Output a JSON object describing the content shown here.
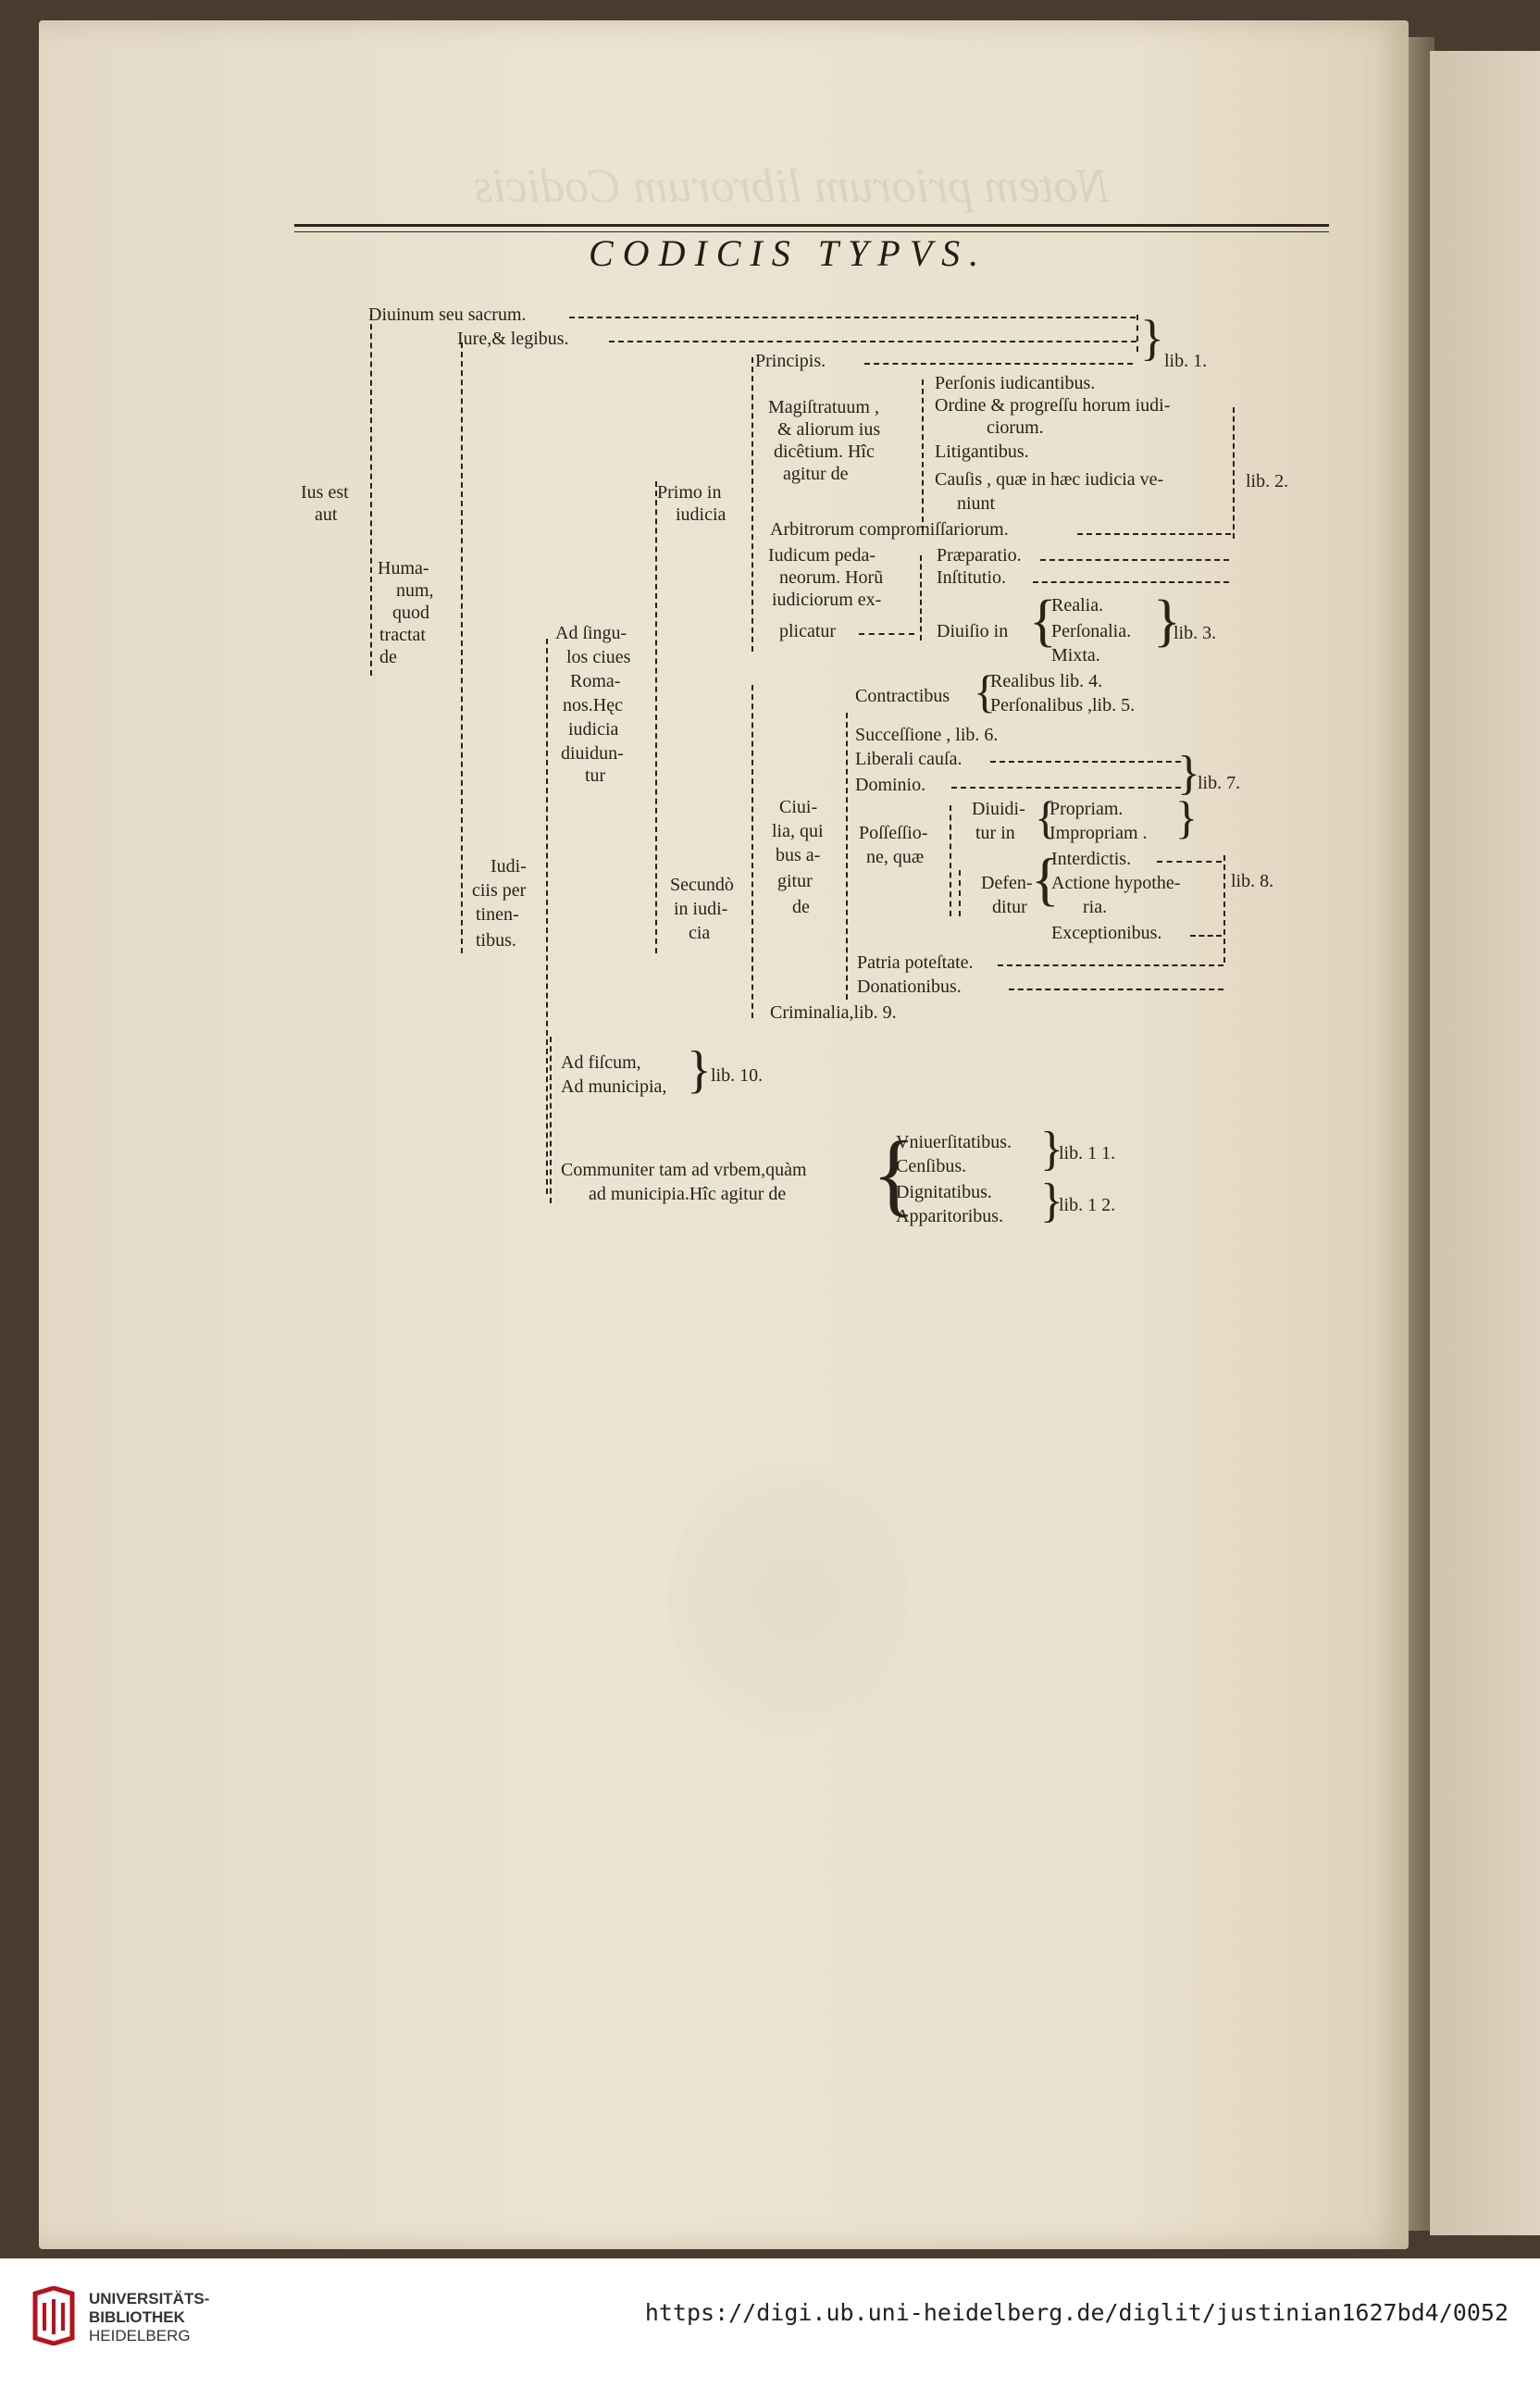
{
  "title": "CODICIS TYPVS.",
  "left_label": [
    "Ius est",
    "aut"
  ],
  "divinum": "Diuinum seu sacrum.",
  "iure": "Iure,& legibus.",
  "humanum": [
    "Huma-",
    "num,",
    "quod",
    "tractat",
    "de"
  ],
  "iudiciis": [
    "Iudi-",
    "ciis per",
    "tinen-",
    "tibus."
  ],
  "primo": [
    "Primo in",
    "iudicia"
  ],
  "principis": "Principis.",
  "lib1": "lib. 1.",
  "magistratuum": [
    "Magiſtratuum ,",
    "& aliorum ius",
    "dicêtium. Hîc",
    "agitur de"
  ],
  "magistratuum_items": [
    "Perſonis iudicantibus.",
    "Ordine & progreſſu horum iudi-",
    "ciorum.",
    "Litigantibus.",
    "Cauſis , quæ in hæc iudicia ve-",
    "niunt"
  ],
  "lib2": "lib. 2.",
  "arbitrorum": "Arbitrorum compromiſſariorum.",
  "iudicum": [
    "Iudicum peda-",
    "neorum. Horũ",
    "iudiciorum ex-",
    "plicatur"
  ],
  "iudicum_items": [
    "Præparatio.",
    "Inſtitutio.",
    "Diuiſio in"
  ],
  "diuisio_items": [
    "Realia.",
    "Perſonalia.",
    "Mixta."
  ],
  "lib3": "lib. 3.",
  "ad_singulos": [
    "Ad ſingu-",
    "los ciues",
    "Roma-",
    "nos.Hęc",
    "iudicia",
    "diuidun-",
    "tur"
  ],
  "secundo": [
    "Secundò",
    "in iudi-",
    "cia"
  ],
  "contractibus": "Contractibus",
  "contractibus_items": [
    "Realibus lib. 4.",
    "Perſonalibus ,lib. 5."
  ],
  "civilia": [
    "Ciui-",
    "lia, qui",
    "bus a-",
    "gitur",
    "de"
  ],
  "successione": "Succeſſione , lib. 6.",
  "liberali": "Liberali cauſa.",
  "dominio": "Dominio.",
  "lib7": "lib. 7.",
  "possessione": [
    "Poſſeſſio-",
    "ne, quæ"
  ],
  "diuiditur": [
    "Diuidi-",
    "tur in"
  ],
  "diuiditur_items": [
    "Propriam.",
    "Impropriam ."
  ],
  "defenditur": [
    "Defen-",
    "ditur"
  ],
  "defenditur_items": [
    "Interdictis.",
    "Actione hypothe-",
    "ria.",
    "Exceptionibus."
  ],
  "lib8": "lib. 8.",
  "patria": "Patria poteſtate.",
  "donationibus": "Donationibus.",
  "criminalia": "Criminalia,lib. 9.",
  "ad_fiscum": [
    "Ad fiſcum,",
    "Ad municipia,"
  ],
  "lib10": "lib. 10.",
  "communiter": [
    "Communiter tam ad vrbem,quàm",
    "ad municipia.Hîc agitur de"
  ],
  "communiter_items": [
    "Vniuerſitatibus.",
    "Cenſibus.",
    "Dignitatibus.",
    "Apparitoribus."
  ],
  "lib11": "lib. 1 1.",
  "lib12": "lib. 1 2.",
  "footer_logo": [
    "UNIVERSITÄTS-",
    "BIBLIOTHEK",
    "HEIDELBERG"
  ],
  "footer_url": "https://digi.ub.uni-heidelberg.de/diglit/justinian1627bd4/0052",
  "colors": {
    "ink": "#2a2118",
    "paper": "#ebe2cf",
    "logo_red": "#b5121b"
  }
}
